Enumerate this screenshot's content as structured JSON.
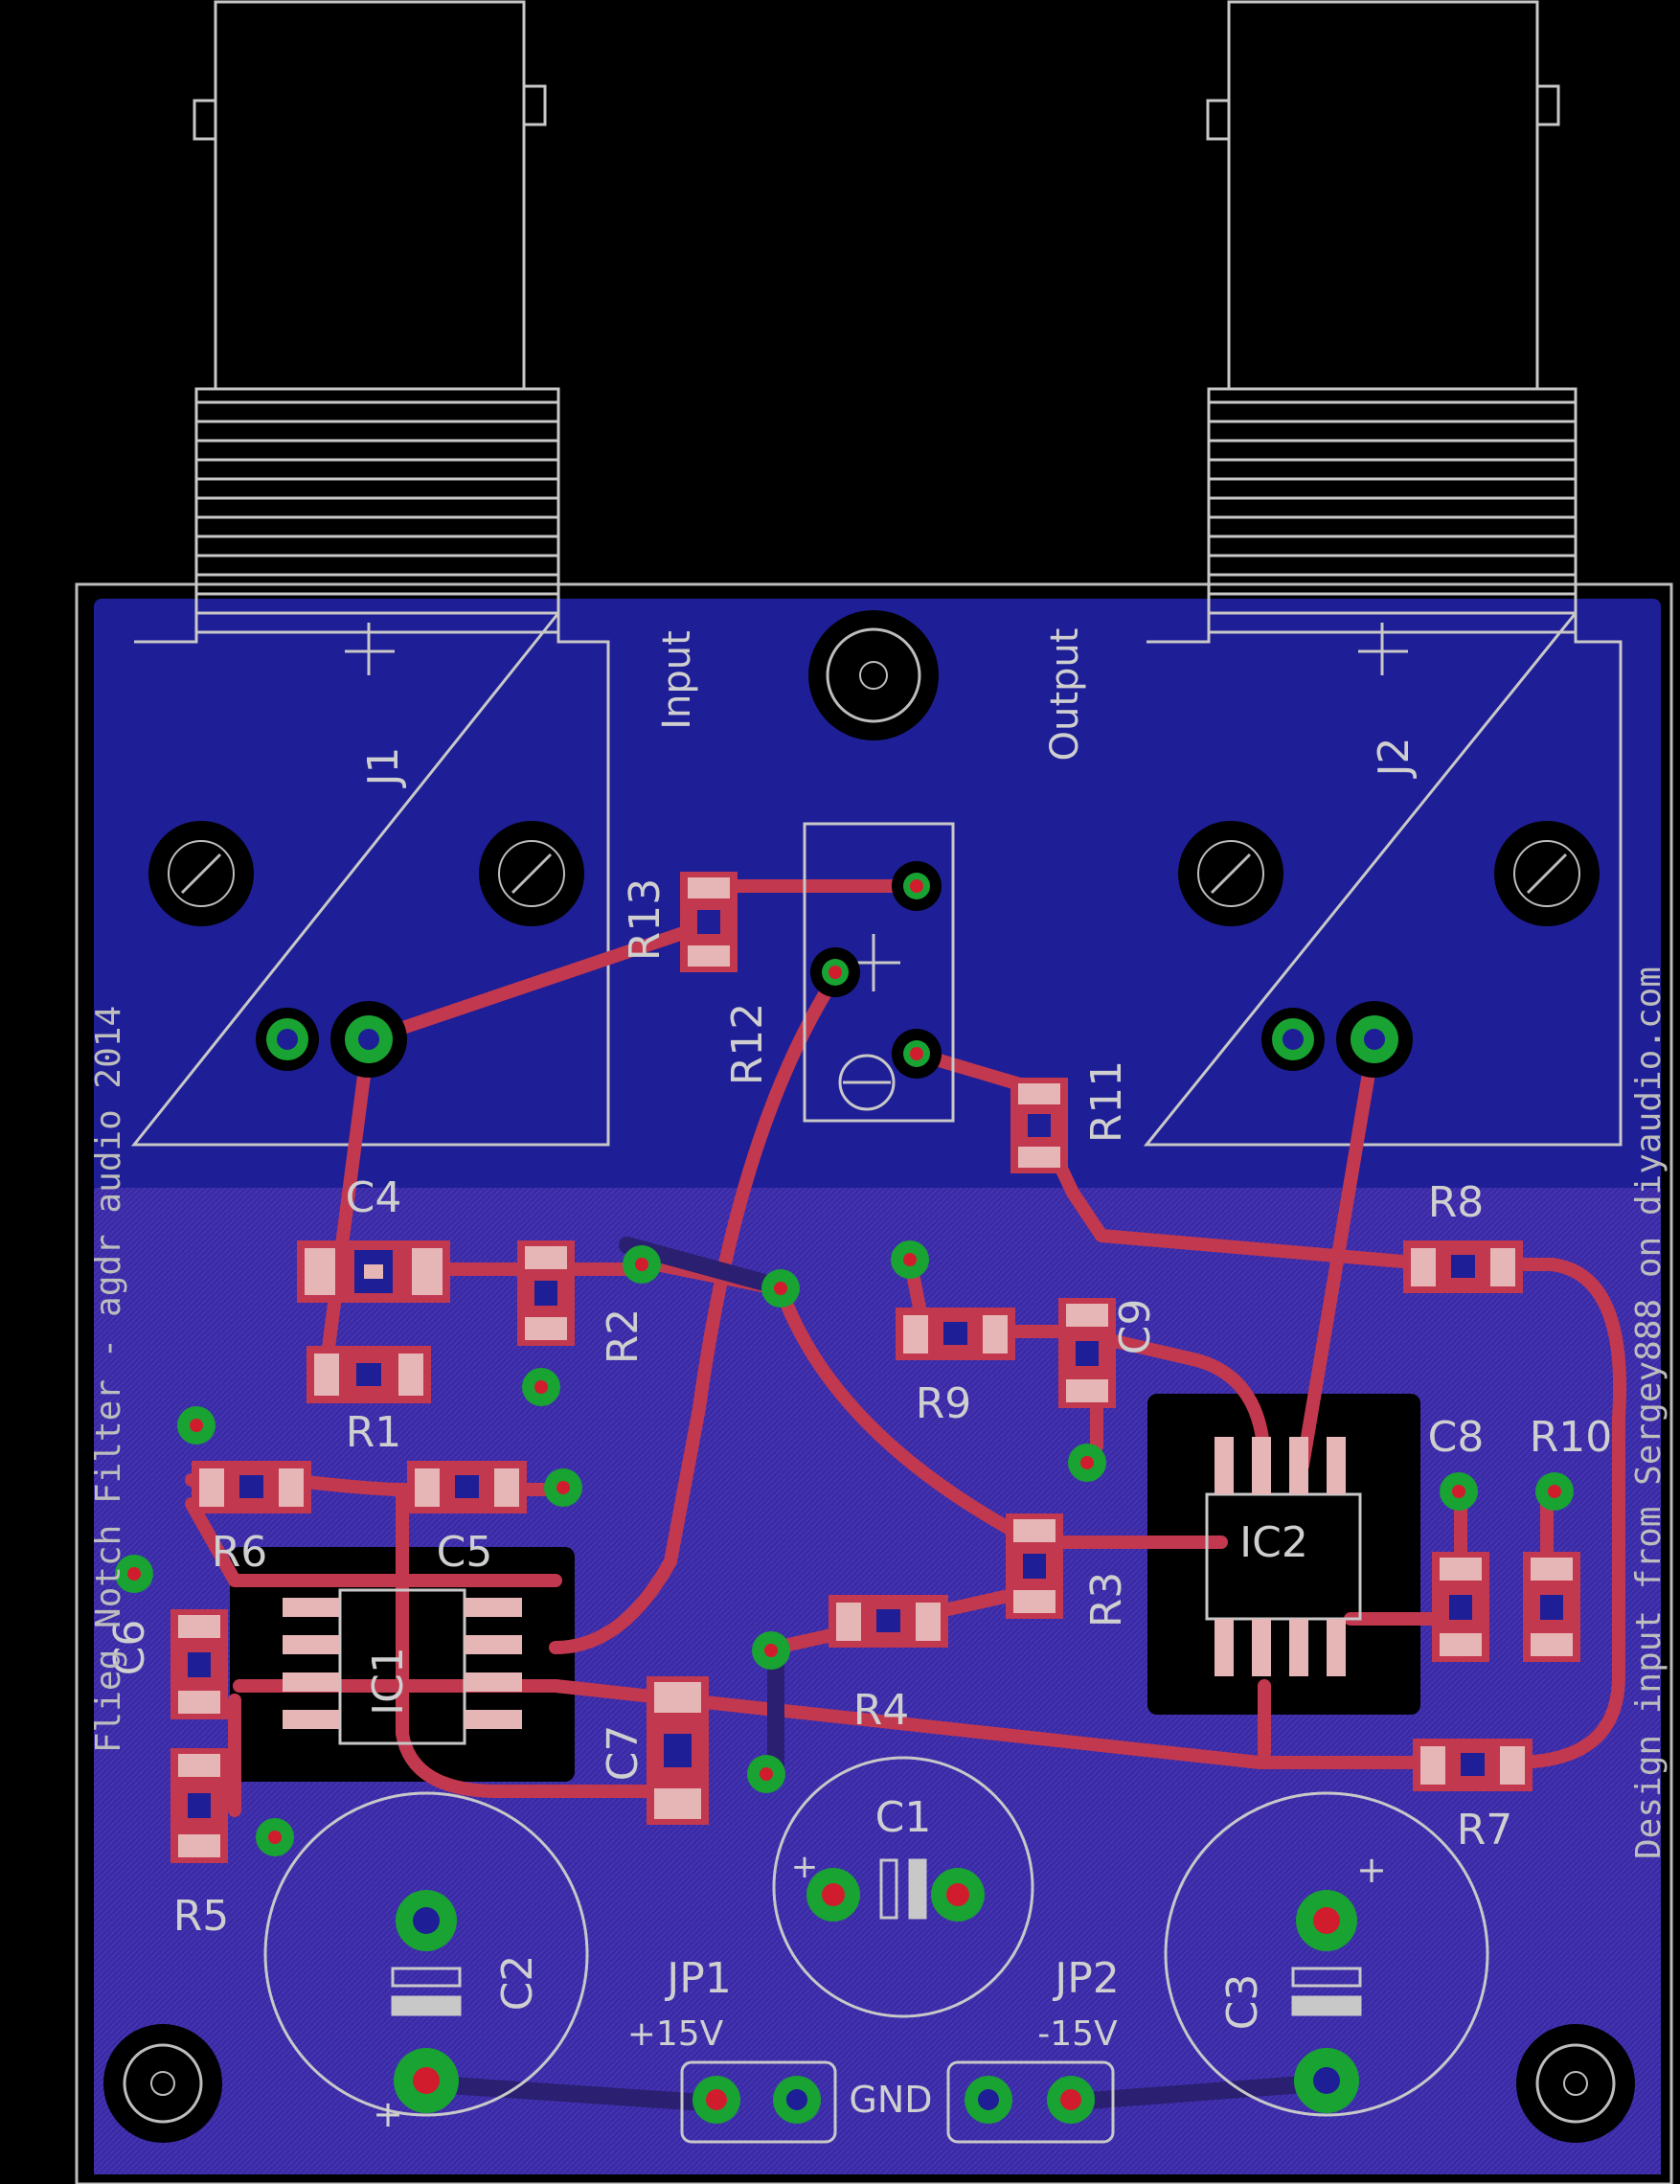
{
  "board": {
    "vertical_credit_left": "Flieg Notch Filter - agdr audio 2014",
    "vertical_credit_right": "Design input from Sergey888 on diyaudio.com",
    "connector_input_label": "Input",
    "connector_output_label": "Output",
    "gnd_label": "GND"
  },
  "components": {
    "J1": "J1",
    "J2": "J2",
    "R1": "R1",
    "R2": "R2",
    "R3": "R3",
    "R4": "R4",
    "R5": "R5",
    "R6": "R6",
    "R7": "R7",
    "R8": "R8",
    "R9": "R9",
    "R10": "R10",
    "R11": "R11",
    "R12": "R12",
    "R13": "R13",
    "C1": "C1",
    "C2": "C2",
    "C3": "C3",
    "C4": "C4",
    "C5": "C5",
    "C6": "C6",
    "C7": "C7",
    "C8": "C8",
    "C9": "C9",
    "IC1": "IC1",
    "IC2": "IC2",
    "JP1": "JP1",
    "JP2": "JP2",
    "JP1_voltage": "+15V",
    "JP2_voltage": "-15V",
    "plus_sign": "+"
  },
  "colors": {
    "background": "#000000",
    "top_pour": "#1e1e96",
    "bottom_pour": "#3d2aa8",
    "trace": "#c2384f",
    "silkscreen": "#c8c8c8",
    "pad_outer": "#19a332",
    "pad_inner": "#d11c2e",
    "smd_pad": "#e6b5b5"
  }
}
